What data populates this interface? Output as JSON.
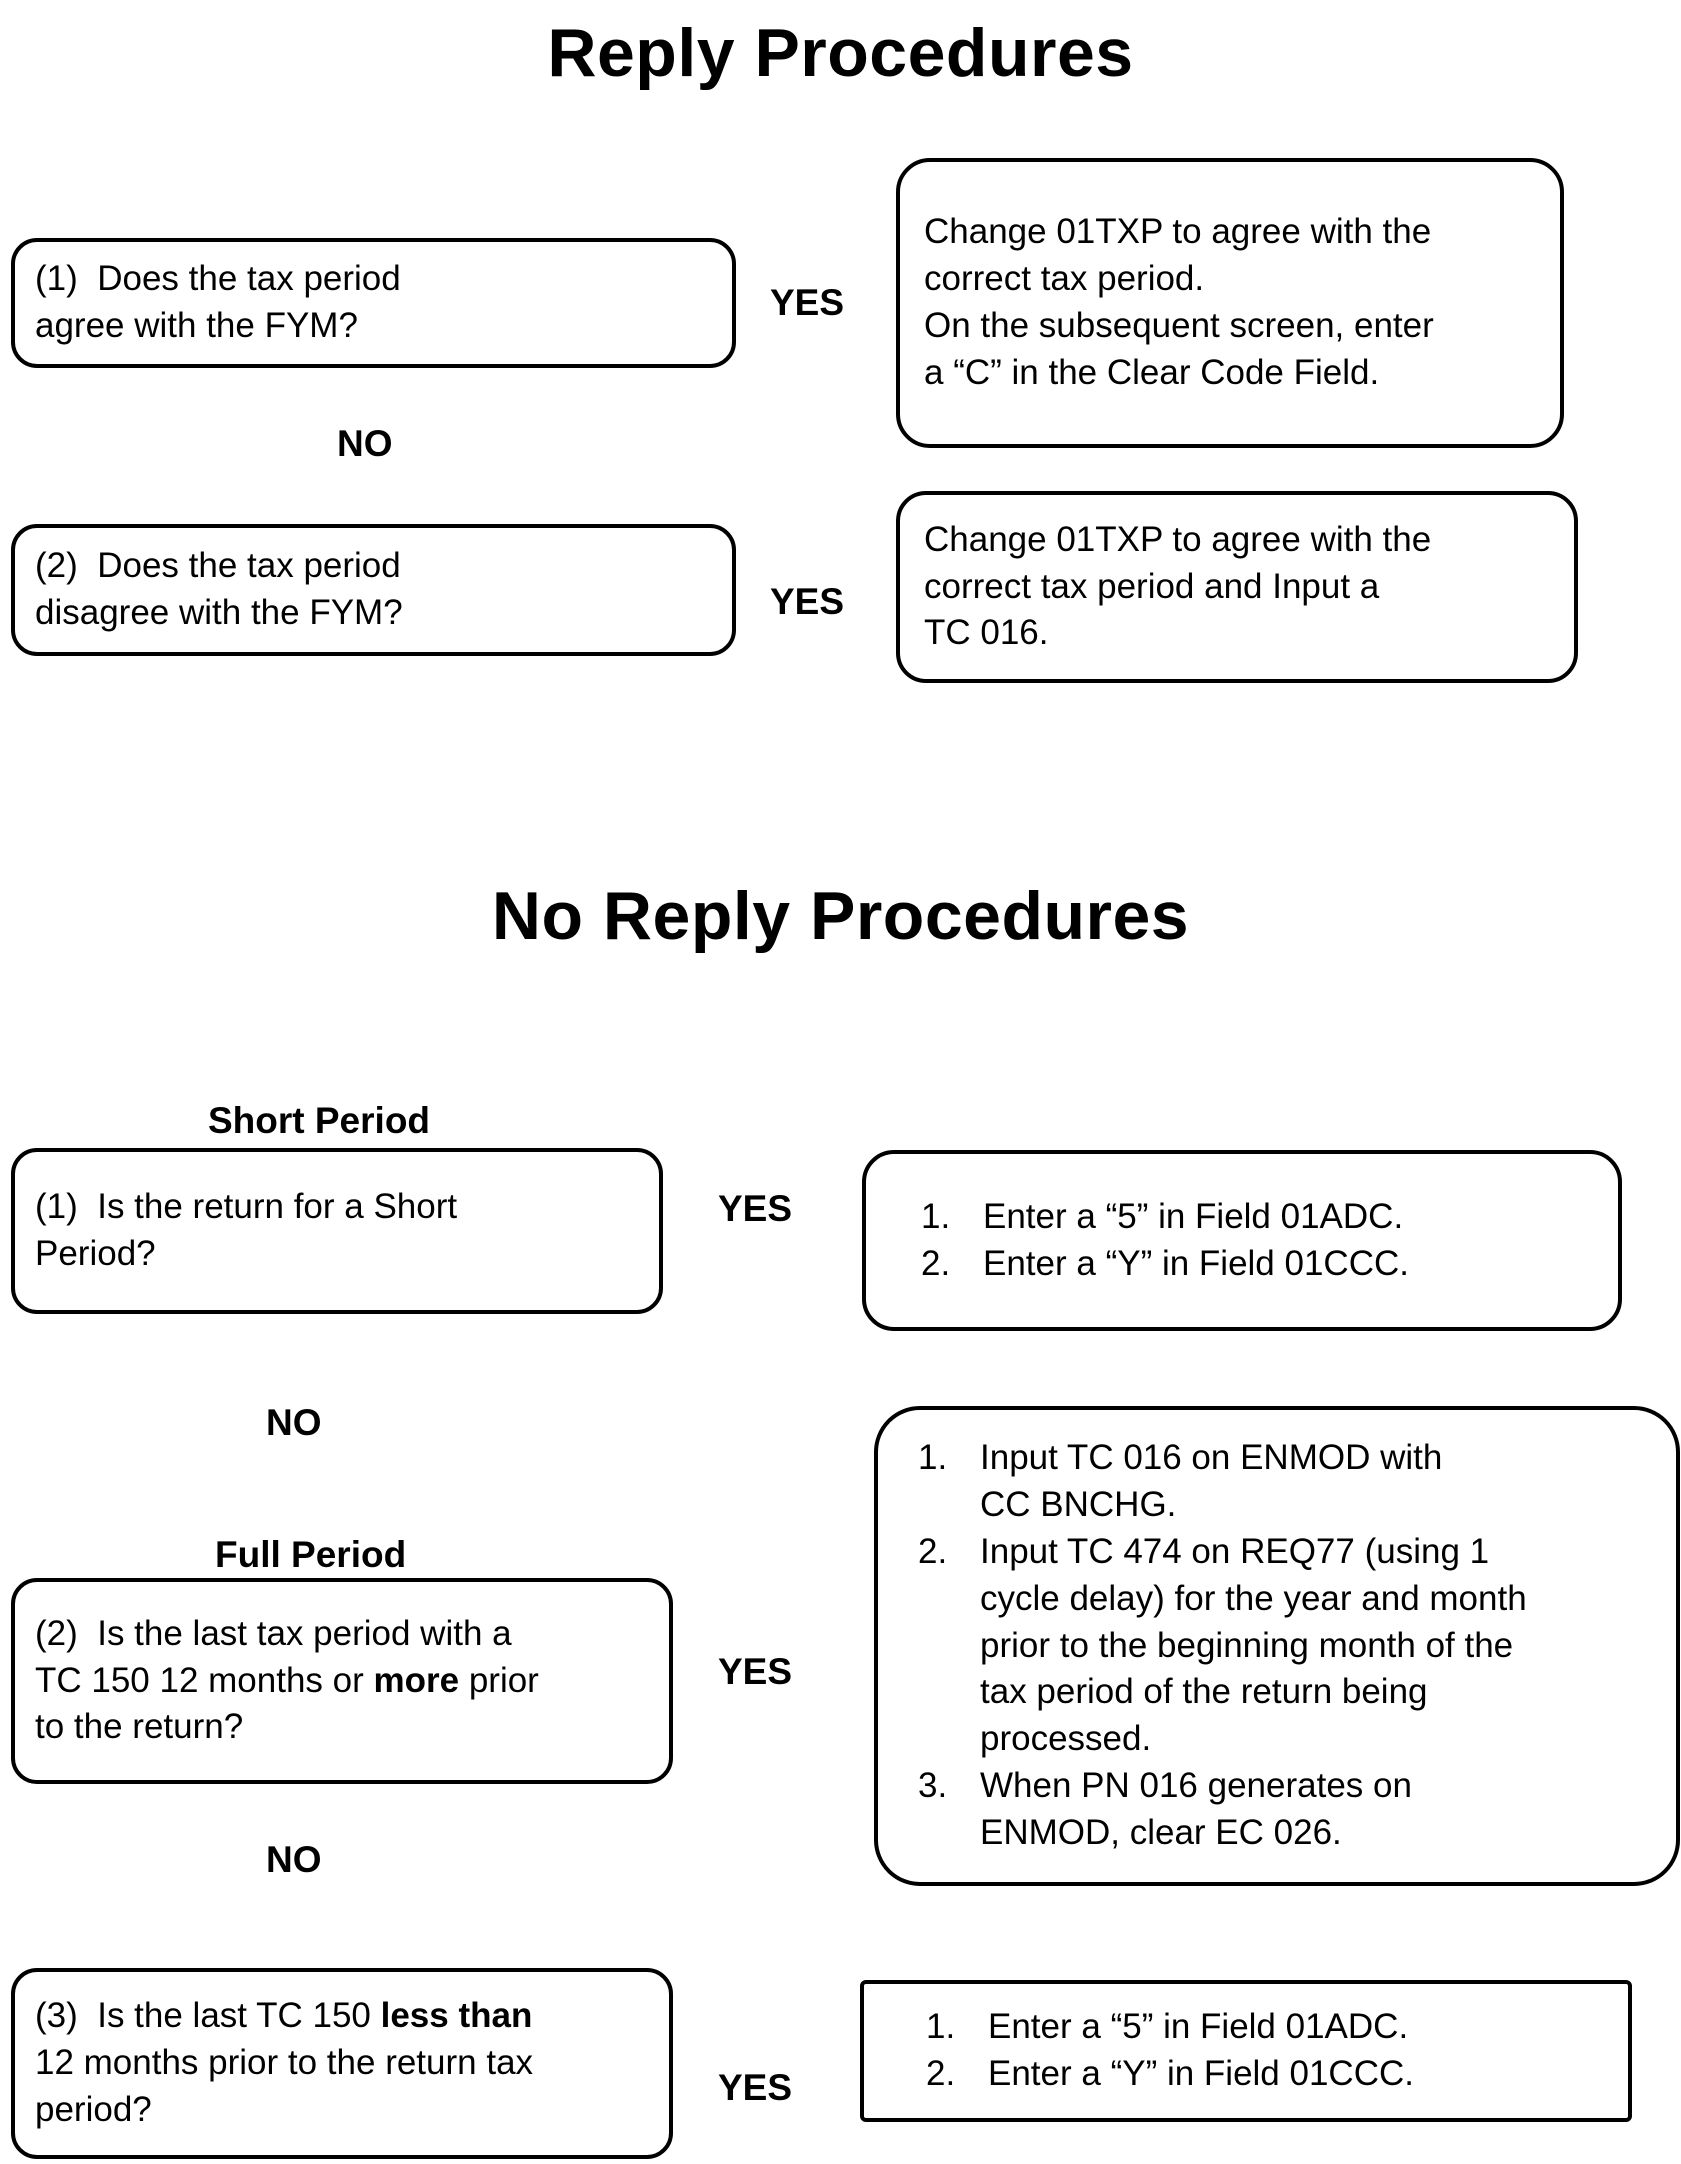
{
  "page": {
    "background": "#ffffff",
    "line_color": "#000000",
    "text_color": "#000000"
  },
  "reply": {
    "title": "Reply Procedures",
    "q1": {
      "lines": [
        "(1)  Does the tax period",
        "agree with the FYM?"
      ]
    },
    "yes1": "YES",
    "no1": "NO",
    "a1": {
      "lines": [
        "Change 01TXP to agree with the",
        "correct tax period.",
        "On the subsequent screen, enter",
        "a “C” in the Clear Code Field."
      ]
    },
    "q2": {
      "lines": [
        "(2)  Does the tax period",
        "disagree with the FYM?"
      ]
    },
    "yes2": "YES",
    "a2": {
      "lines": [
        "Change 01TXP to agree with the",
        "correct tax period and Input a",
        "TC 016."
      ]
    }
  },
  "noreply": {
    "title": "No Reply Procedures",
    "short_heading": "Short Period",
    "full_heading": "Full Period",
    "q1": {
      "lines": [
        "(1)  Is the return for a Short",
        "Period?"
      ]
    },
    "yes1": "YES",
    "no1": "NO",
    "a1": {
      "items": [
        {
          "num": "1.",
          "lines": [
            "Enter a “5” in Field 01ADC."
          ]
        },
        {
          "num": "2.",
          "lines": [
            "Enter a “Y” in Field 01CCC."
          ]
        }
      ]
    },
    "q2": {
      "line1": "(2)  Is the last tax period with a",
      "line2_pre": "TC 150 12 months or ",
      "line2_bold": "more",
      "line2_post": " prior",
      "line3": "to the return?"
    },
    "yes2": "YES",
    "no2": "NO",
    "a2": {
      "items": [
        {
          "num": "1.",
          "lines": [
            "Input TC 016 on ENMOD with",
            "CC BNCHG."
          ]
        },
        {
          "num": "2.",
          "lines": [
            "Input TC 474 on REQ77 (using 1",
            "cycle delay) for the year and month",
            "prior to the beginning month of the",
            "tax period of the return being",
            "processed."
          ]
        },
        {
          "num": "3.",
          "lines": [
            "When PN 016 generates on",
            "ENMOD, clear EC 026."
          ]
        }
      ]
    },
    "q3": {
      "line1_pre": "(3)  Is the last TC 150 ",
      "line1_bold": "less than",
      "line2": "12 months prior to the return tax",
      "line3": "period?"
    },
    "yes3": "YES",
    "a3": {
      "items": [
        {
          "num": "1.",
          "lines": [
            "Enter a “5” in Field 01ADC."
          ]
        },
        {
          "num": "2.",
          "lines": [
            "Enter a “Y” in Field 01CCC."
          ]
        }
      ]
    }
  }
}
